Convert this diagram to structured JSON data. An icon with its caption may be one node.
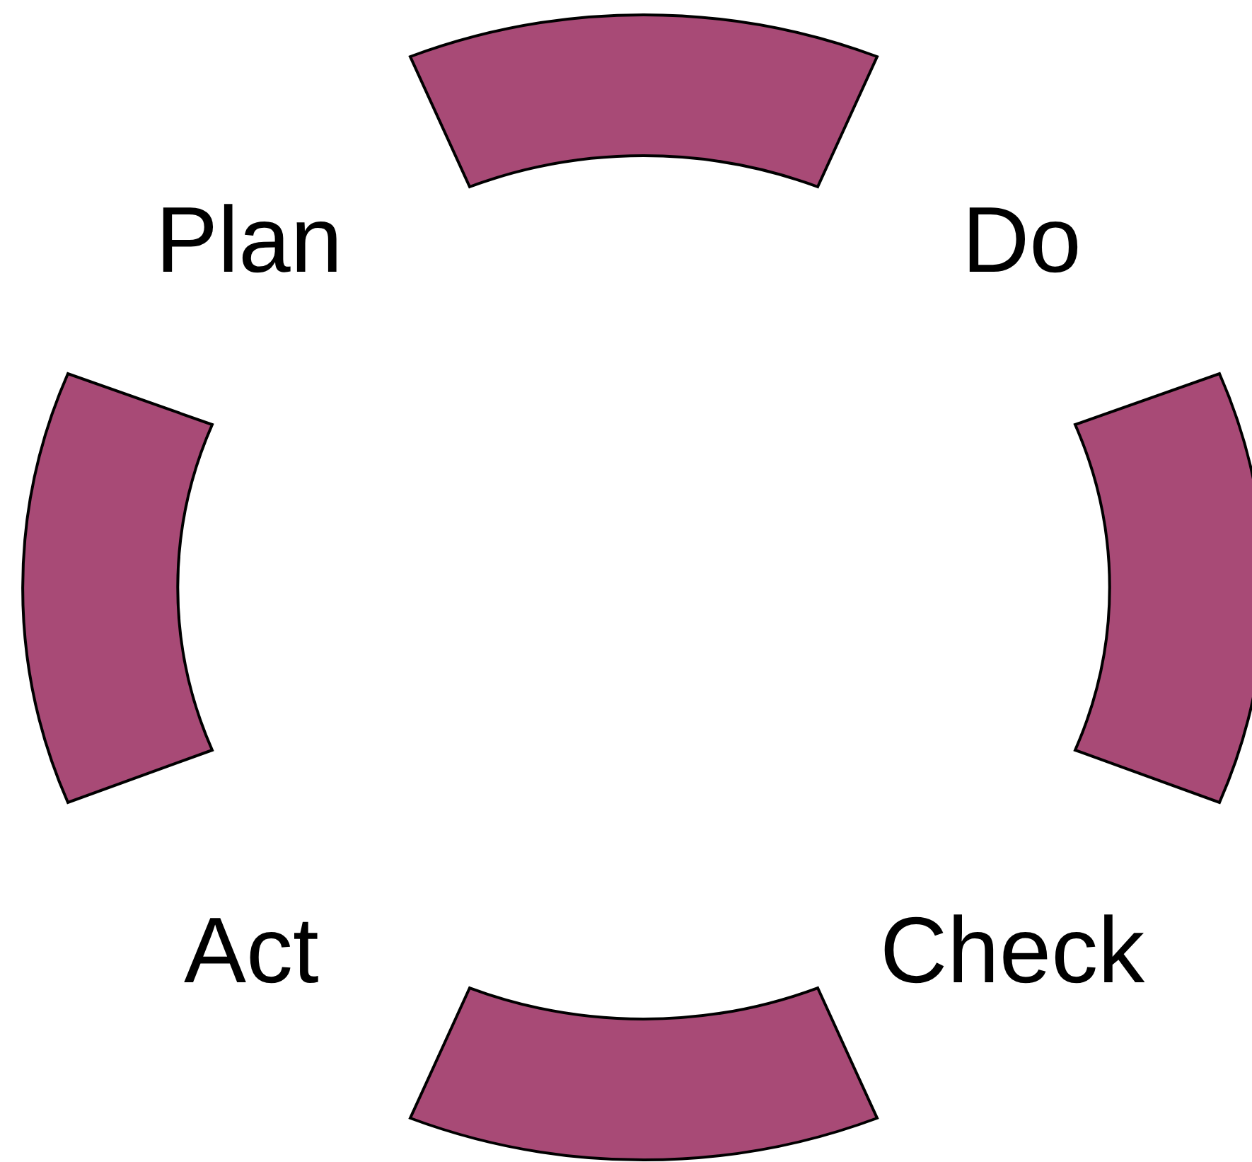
{
  "diagram": {
    "nodes": [
      {
        "text": [],
        "shape": "arc"
      },
      {
        "text": [],
        "shape": "arc"
      },
      {
        "text": [],
        "shape": "arc"
      },
      {
        "text": [],
        "shape": "arc"
      }
    ],
    "labels": [
      "Plan",
      "Do",
      "Act",
      "Check"
    ]
  }
}
